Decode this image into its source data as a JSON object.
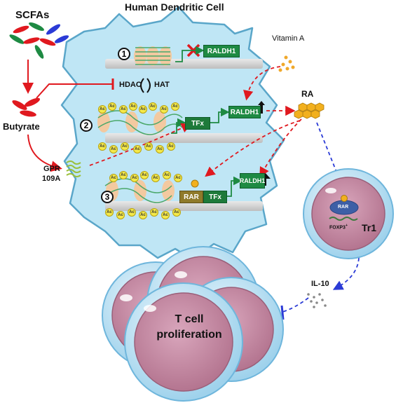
{
  "title": "Human Dendritic Cell",
  "labels": {
    "scfas": "SCFAs",
    "butyrate": "Butyrate",
    "gpr": "GPR",
    "gpr2": "109A",
    "hdac": "HDAC",
    "hat": "HAT",
    "vitamin_a": "Vitamin A",
    "ra": "RA",
    "tr1": "Tr1",
    "rar_cell": "RAR",
    "foxp3": "FOXP3",
    "foxp3_sup": "+",
    "il10": "IL-10",
    "tcell_line1": "T cell",
    "tcell_line2": "proliferation"
  },
  "steps": [
    "1",
    "2",
    "3"
  ],
  "boxes": {
    "raldh1_a": "RALDH1",
    "raldh1_b": "RALDH1",
    "raldh1_c": "RALDH1",
    "tfx_a": "TFx",
    "tfx_b": "TFx",
    "rar": "RAR"
  },
  "ac": "Ac",
  "colors": {
    "cell_fill": "#bfe6f5",
    "cell_stroke": "#5aa6c9",
    "red": "#e0191f",
    "blue": "#2b3bd6",
    "green_box": "#1e8a43",
    "tcell": "#c98fa9"
  }
}
